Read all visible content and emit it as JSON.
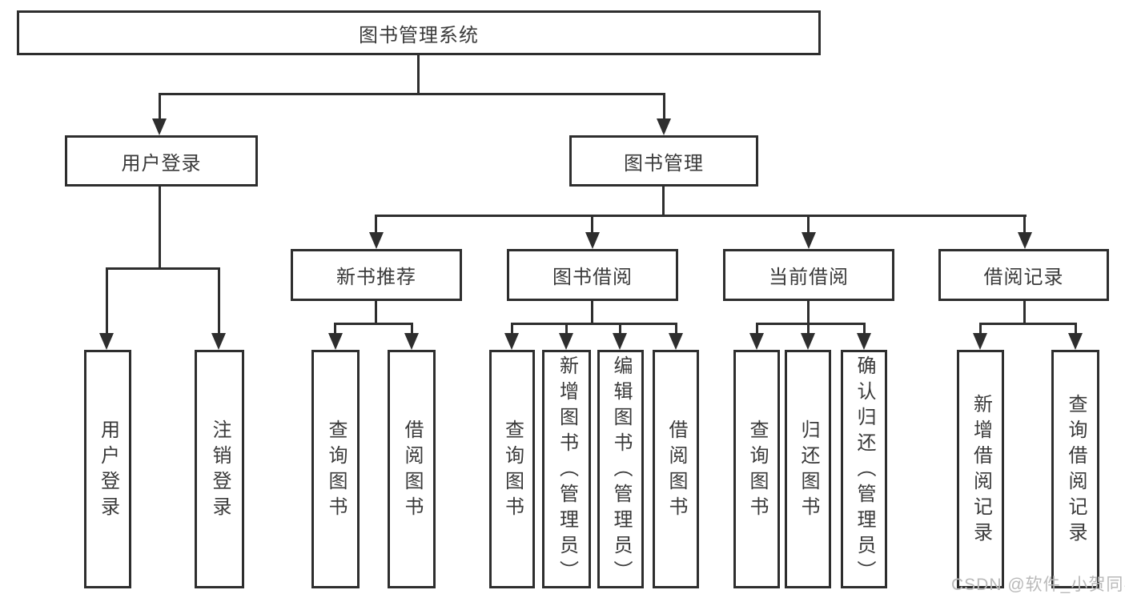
{
  "diagram": {
    "title": "图书管理系统",
    "level2": {
      "user_login": "用户登录",
      "book_management": "图书管理"
    },
    "level3": {
      "new_book_recommend": "新书推荐",
      "book_borrowing": "图书借阅",
      "current_borrowing": "当前借阅",
      "borrowing_records": "借阅记录"
    },
    "leaves": {
      "user_login": "用户登录",
      "logout": "注销登录",
      "query_books_a": "查询图书",
      "borrow_books_a": "借阅图书",
      "query_books_b": "查询图书",
      "add_books_admin": "新增图书（管理员）",
      "edit_books_admin": "编辑图书（管理员）",
      "borrow_books_b": "借阅图书",
      "query_books_c": "查询图书",
      "return_books": "归还图书",
      "confirm_return_admin": "确认归还（管理员）",
      "add_borrow_record": "新增借阅记录",
      "query_borrow_record": "查询借阅记录"
    },
    "watermark": "CSDN @软件_小贺同学",
    "colors": {
      "line": "#2e2e2e",
      "text": "#3a3a3a",
      "watermark": "#b9b9b9",
      "background": "#ffffff"
    }
  }
}
